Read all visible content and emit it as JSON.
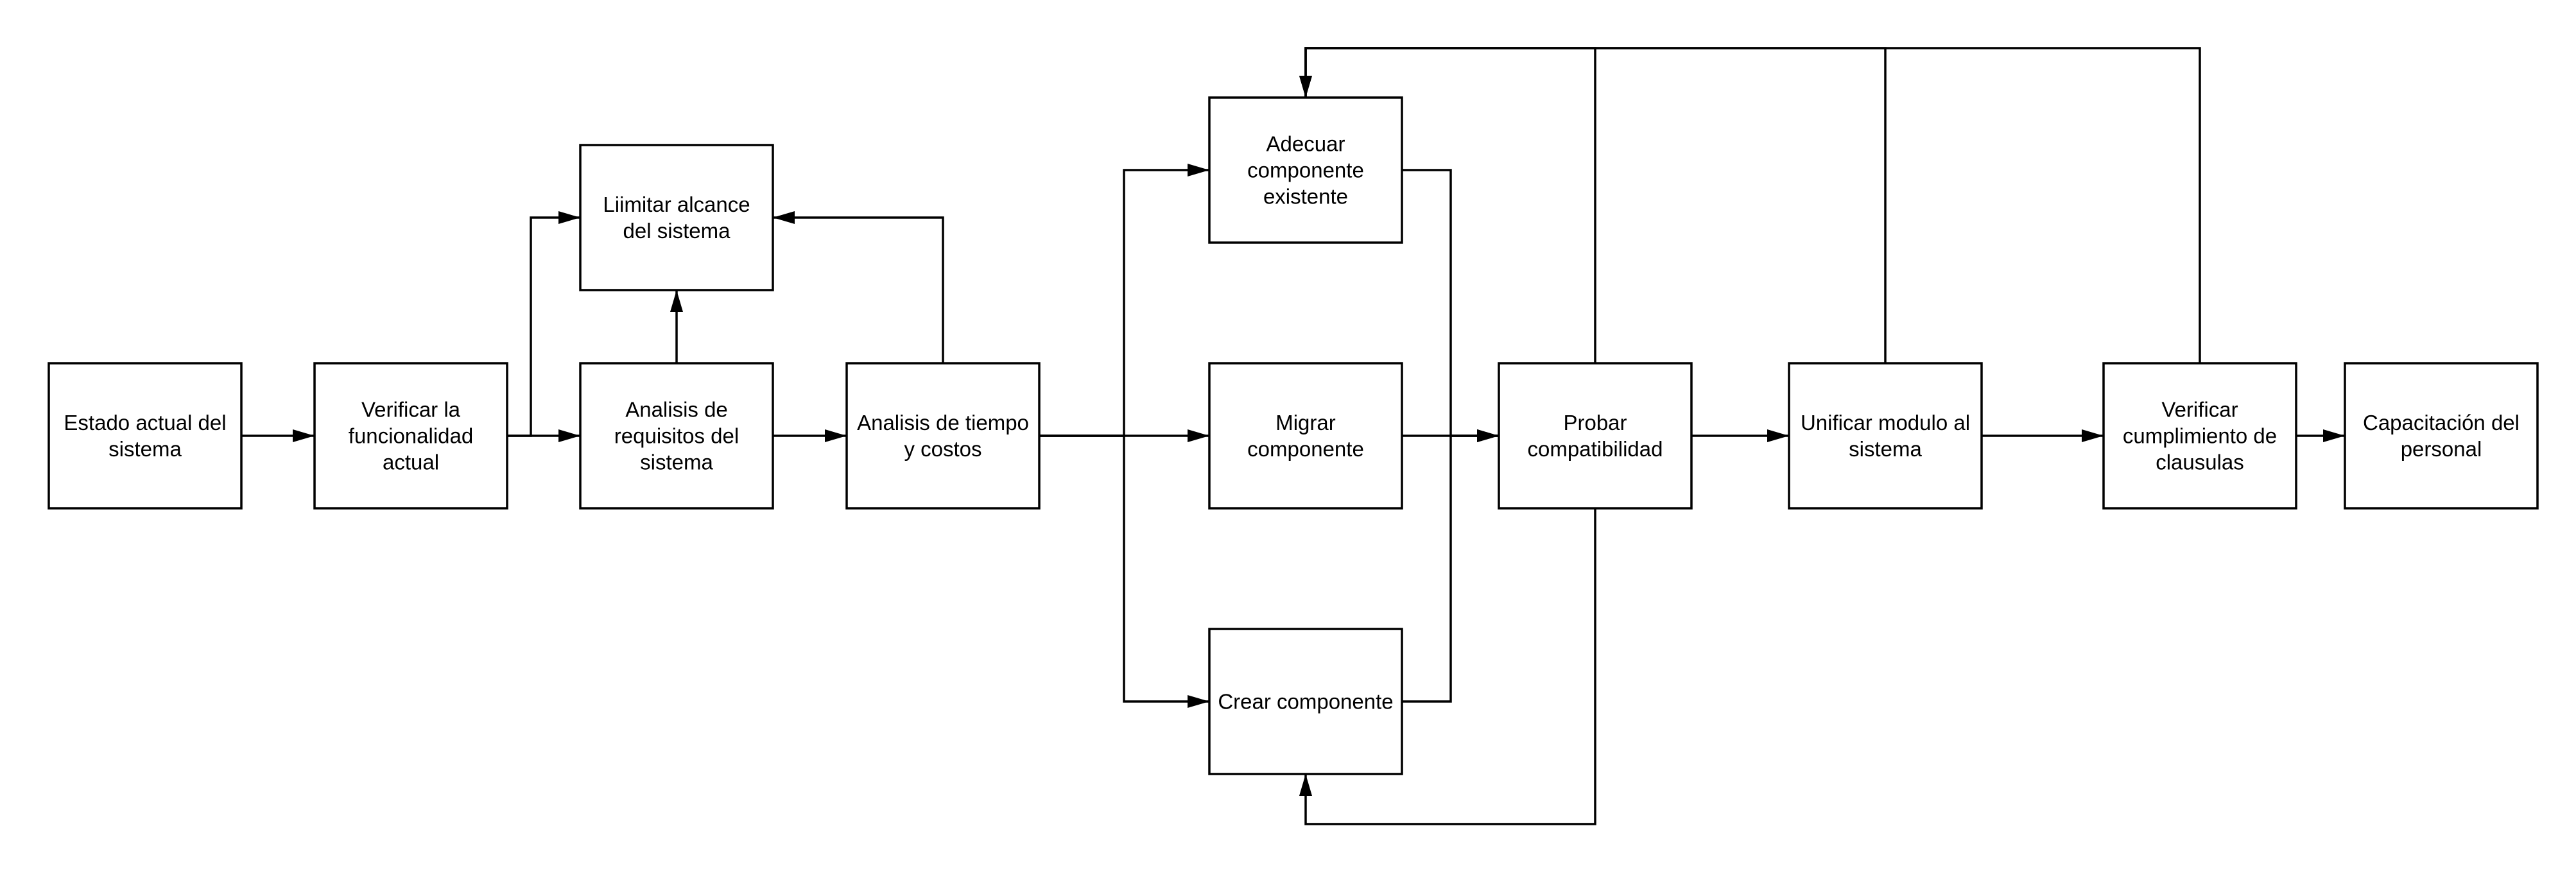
{
  "diagram": {
    "nodes": [
      {
        "id": "estado",
        "lines": [
          "Estado actual del",
          "sistema"
        ]
      },
      {
        "id": "verificar-func",
        "lines": [
          "Verificar la",
          "funcionalidad",
          "actual"
        ]
      },
      {
        "id": "limitar",
        "lines": [
          "Liimitar alcance",
          "del sistema"
        ]
      },
      {
        "id": "analisis-req",
        "lines": [
          "Analisis de",
          "requisitos del",
          "sistema"
        ]
      },
      {
        "id": "analisis-tiempo",
        "lines": [
          "Analisis de tiempo",
          "y costos"
        ]
      },
      {
        "id": "adecuar",
        "lines": [
          "Adecuar",
          "componente",
          "existente"
        ]
      },
      {
        "id": "migrar",
        "lines": [
          "Migrar",
          "componente"
        ]
      },
      {
        "id": "crear",
        "lines": [
          "Crear componente"
        ]
      },
      {
        "id": "probar",
        "lines": [
          "Probar",
          "compatibilidad"
        ]
      },
      {
        "id": "unificar",
        "lines": [
          "Unificar modulo al",
          "sistema"
        ]
      },
      {
        "id": "verificar-claus",
        "lines": [
          "Verificar",
          "cumplimiento de",
          "clausulas"
        ]
      },
      {
        "id": "capacitacion",
        "lines": [
          "Capacitación del",
          "personal"
        ]
      }
    ],
    "edges": [
      {
        "from": "estado",
        "to": "verificar-func"
      },
      {
        "from": "verificar-func",
        "to": "analisis-req"
      },
      {
        "from": "verificar-func",
        "to": "limitar"
      },
      {
        "from": "analisis-req",
        "to": "limitar"
      },
      {
        "from": "analisis-req",
        "to": "analisis-tiempo"
      },
      {
        "from": "analisis-tiempo",
        "to": "limitar"
      },
      {
        "from": "analisis-tiempo",
        "to": "adecuar"
      },
      {
        "from": "analisis-tiempo",
        "to": "migrar"
      },
      {
        "from": "analisis-tiempo",
        "to": "crear"
      },
      {
        "from": "adecuar",
        "to": "probar"
      },
      {
        "from": "migrar",
        "to": "probar"
      },
      {
        "from": "crear",
        "to": "probar"
      },
      {
        "from": "probar",
        "to": "unificar"
      },
      {
        "from": "probar",
        "to": "adecuar"
      },
      {
        "from": "probar",
        "to": "crear"
      },
      {
        "from": "unificar",
        "to": "verificar-claus"
      },
      {
        "from": "unificar",
        "to": "adecuar"
      },
      {
        "from": "verificar-claus",
        "to": "capacitacion"
      },
      {
        "from": "verificar-claus",
        "to": "adecuar"
      }
    ]
  }
}
